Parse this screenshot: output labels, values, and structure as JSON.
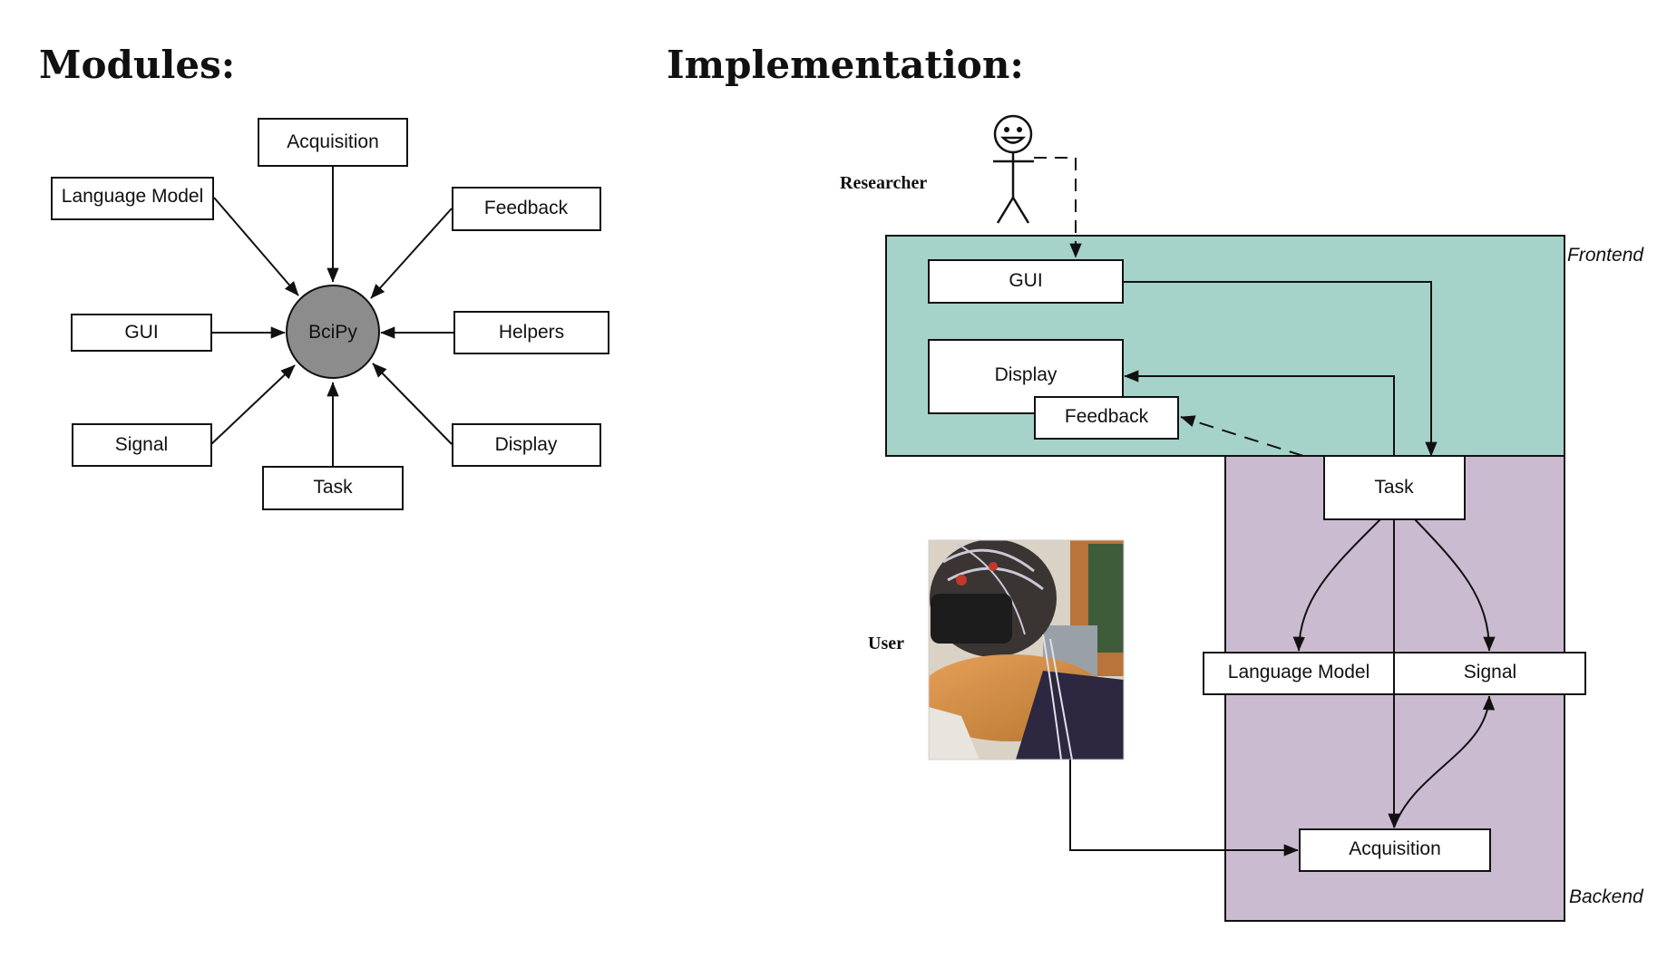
{
  "headings": {
    "modules": "Modules:",
    "implementation": "Implementation:"
  },
  "modules_diagram": {
    "hub": {
      "label": "BciPy",
      "color": "#8c8c8c"
    },
    "nodes": {
      "acquisition": "Acquisition",
      "language_model": "Language Model",
      "feedback": "Feedback",
      "gui": "GUI",
      "helpers": "Helpers",
      "signal": "Signal",
      "display": "Display",
      "task": "Task"
    }
  },
  "implementation_diagram": {
    "actors": {
      "researcher": "Researcher",
      "user": "User"
    },
    "regions": {
      "frontend": {
        "label": "Frontend",
        "color": "#a6d3c9"
      },
      "backend": {
        "label": "Backend",
        "color": "#cbbbd0"
      }
    },
    "nodes": {
      "gui": "GUI",
      "display": "Display",
      "feedback": "Feedback",
      "task": "Task",
      "language_model": "Language Model",
      "signal": "Signal",
      "acquisition": "Acquisition"
    },
    "photo": {
      "description_icon": "user-with-eeg-cap-photo"
    }
  }
}
